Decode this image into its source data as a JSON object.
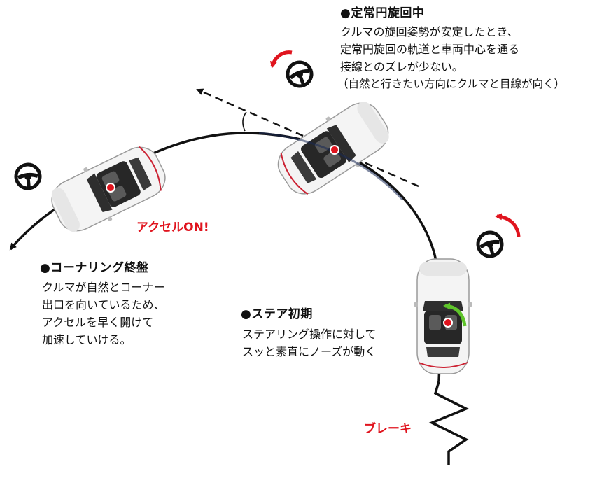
{
  "sections": {
    "steady": {
      "title": "●定常円旋回中",
      "lines": [
        "クルマの旋回姿勢が安定したとき、",
        "定常円旋回の軌道と車両中心を通る",
        "接線とのズレが少ない。",
        "（自然と行きたい方向にクルマと目線が向く）"
      ]
    },
    "late": {
      "title": "●コーナリング終盤",
      "lines": [
        "クルマが自然とコーナー",
        "出口を向いているため、",
        "アクセルを早く開けて",
        "加速していける。"
      ]
    },
    "early": {
      "title": "●ステア初期",
      "lines": [
        "ステアリング操作に対して",
        "スッと素直にノーズが動く"
      ]
    }
  },
  "labels": {
    "accel": "アクセルON!",
    "brake": "ブレーキ"
  },
  "colors": {
    "accent_red": "#e0141e",
    "arrow_green": "#5ec42a",
    "path": "#111111",
    "car_body": "#f2f2f2"
  },
  "icons": [
    "steering-wheel-icon",
    "rotation-arrow-icon",
    "center-of-mass-dot-icon"
  ]
}
